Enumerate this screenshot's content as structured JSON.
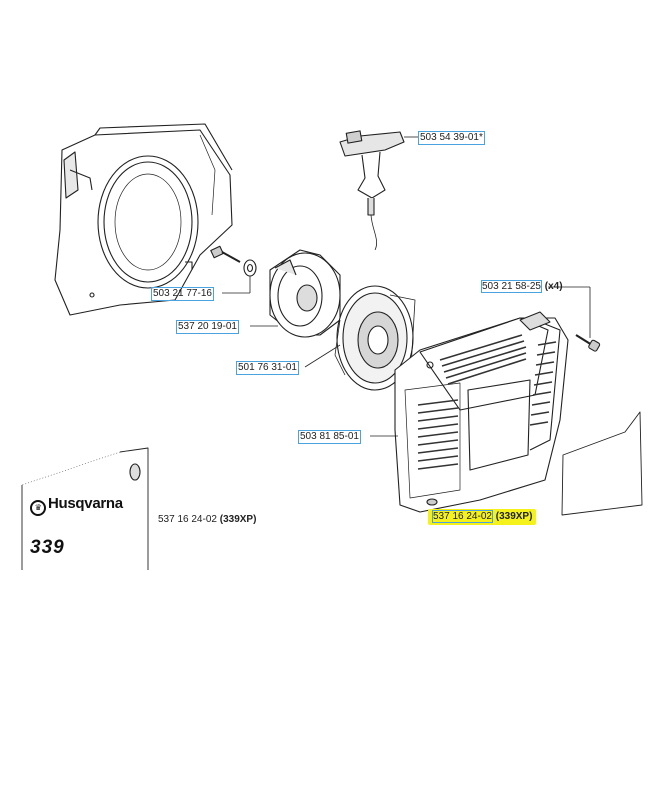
{
  "labels": {
    "handle": {
      "number": "503 54 39-01",
      "suffix": "*"
    },
    "bolt_flywheel": {
      "number": "503 21 77-16"
    },
    "pulley": {
      "number": "537 20 19-01"
    },
    "spring": {
      "number": "501 76 31-01"
    },
    "reel": {
      "number": "503 81 85-01"
    },
    "screw_cover": {
      "number": "503 21 58-25",
      "qty": "(x4)"
    },
    "starter_cover": {
      "number": "537 16 24-02",
      "model": "(339XP)"
    }
  },
  "decal": {
    "brand": "Husqvarna",
    "model_number": "339",
    "part_number": "537 16 24-02",
    "part_model": "(339XP)"
  },
  "colors": {
    "callout_box": "#4aa3df",
    "highlight": "#f4f21a",
    "line": "#222222"
  }
}
